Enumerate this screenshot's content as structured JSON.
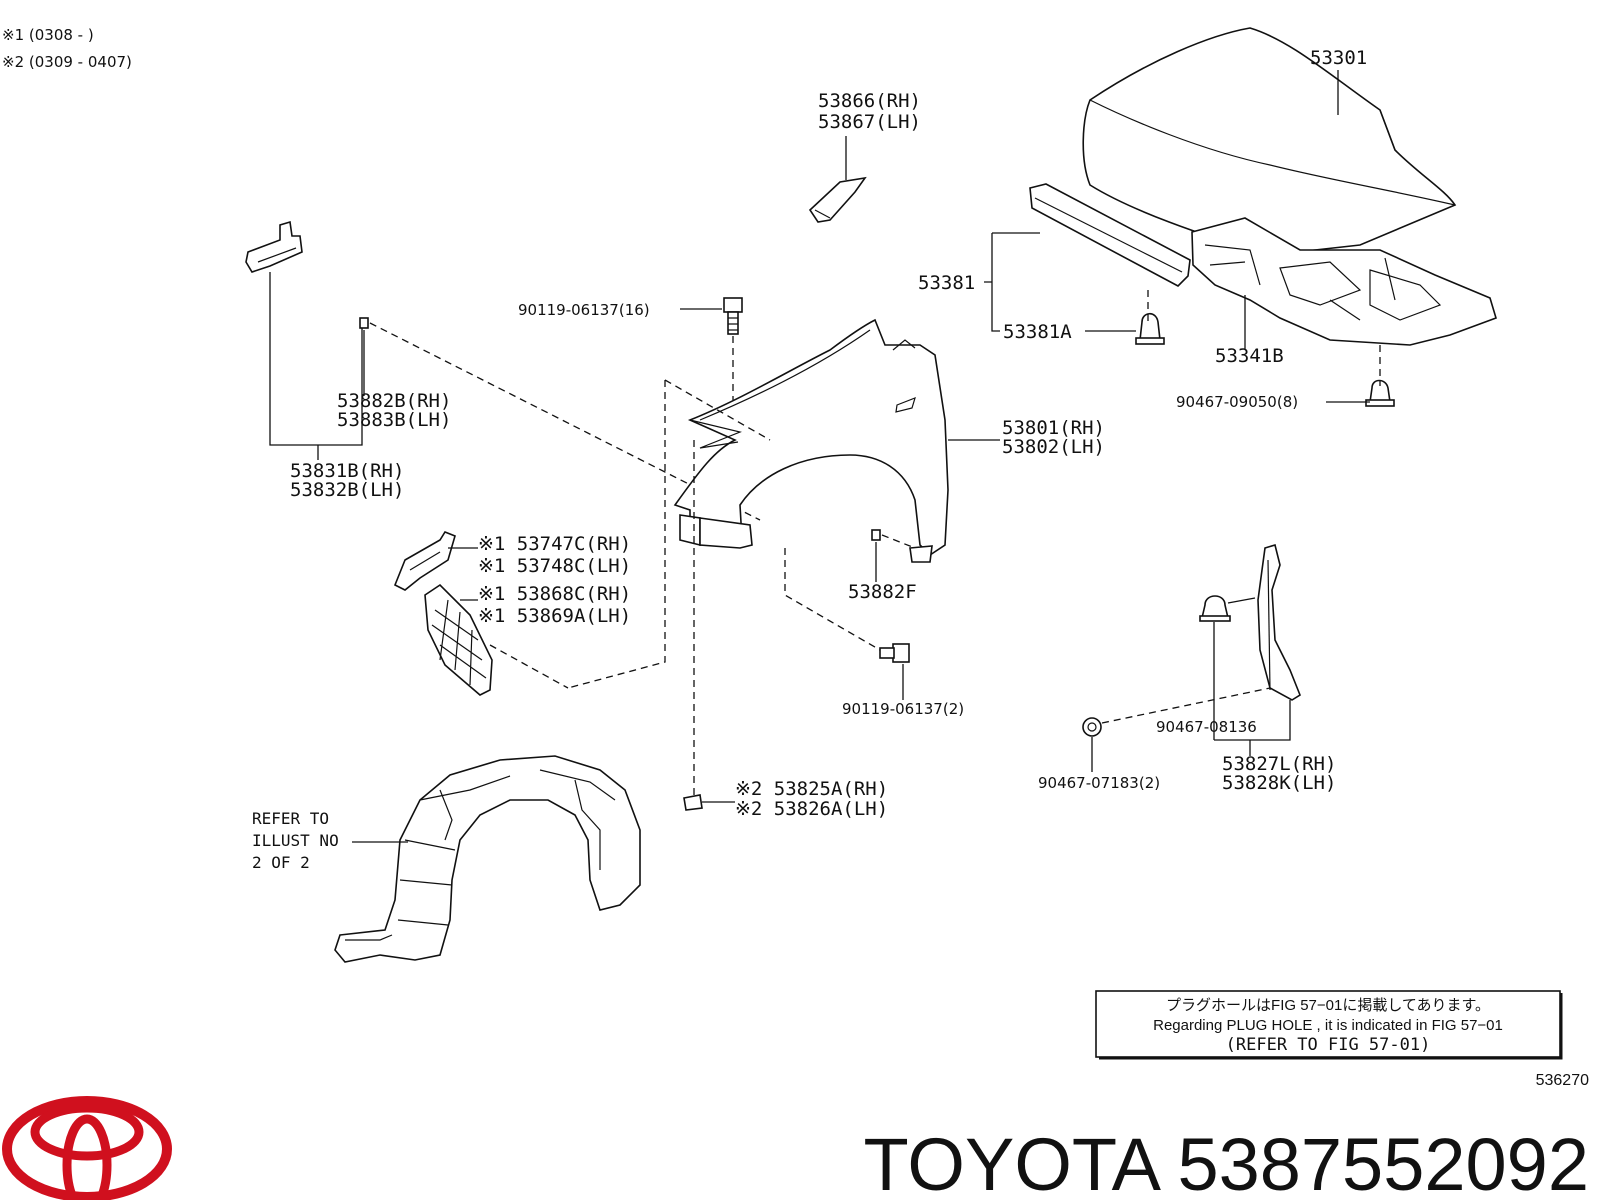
{
  "notes": {
    "n1": "※1 (0308 -         )",
    "n2": "※2 (0309 - 0407)"
  },
  "labels": {
    "p53301": "53301",
    "p53866": "53866(RH)",
    "p53867": "53867(LH)",
    "p53381": "53381",
    "p53381a": "53381A",
    "p53341b": "53341B",
    "p90467_09050": "90467-09050(8)",
    "p90119_16": "90119-06137(16)",
    "p53882b": "53882B(RH)",
    "p53883b": "53883B(LH)",
    "p53831b": "53831B(RH)",
    "p53832b": "53832B(LH)",
    "p53801": "53801(RH)",
    "p53802": "53802(LH)",
    "p53747c": "※1 53747C(RH)",
    "p53748c": "※1 53748C(LH)",
    "p53868c": "※1 53868C(RH)",
    "p53869a": "※1 53869A(LH)",
    "p53882f": "53882F",
    "p90119_2": "90119-06137(2)",
    "p90467_08136": "90467-08136",
    "p53827l": "53827L(RH)",
    "p53828k": "53828K(LH)",
    "p90467_07183": "90467-07183(2)",
    "p53825a": "※2 53825A(RH)",
    "p53826a": "※2 53826A(LH)",
    "refer1": "REFER TO",
    "refer2": "ILLUST NO",
    "refer3": "2 OF 2"
  },
  "notice": {
    "line_jp": "プラグホールはFIG 57−01に掲載してあります。",
    "line_en": "Regarding PLUG HOLE , it is indicated in FIG 57−01",
    "line_ref": "(REFER TO FIG 57-01)"
  },
  "fig_number": "536270",
  "brand": {
    "name": "TOYOTA",
    "part_number": "5387552092",
    "logo_color": "#d0101e"
  }
}
